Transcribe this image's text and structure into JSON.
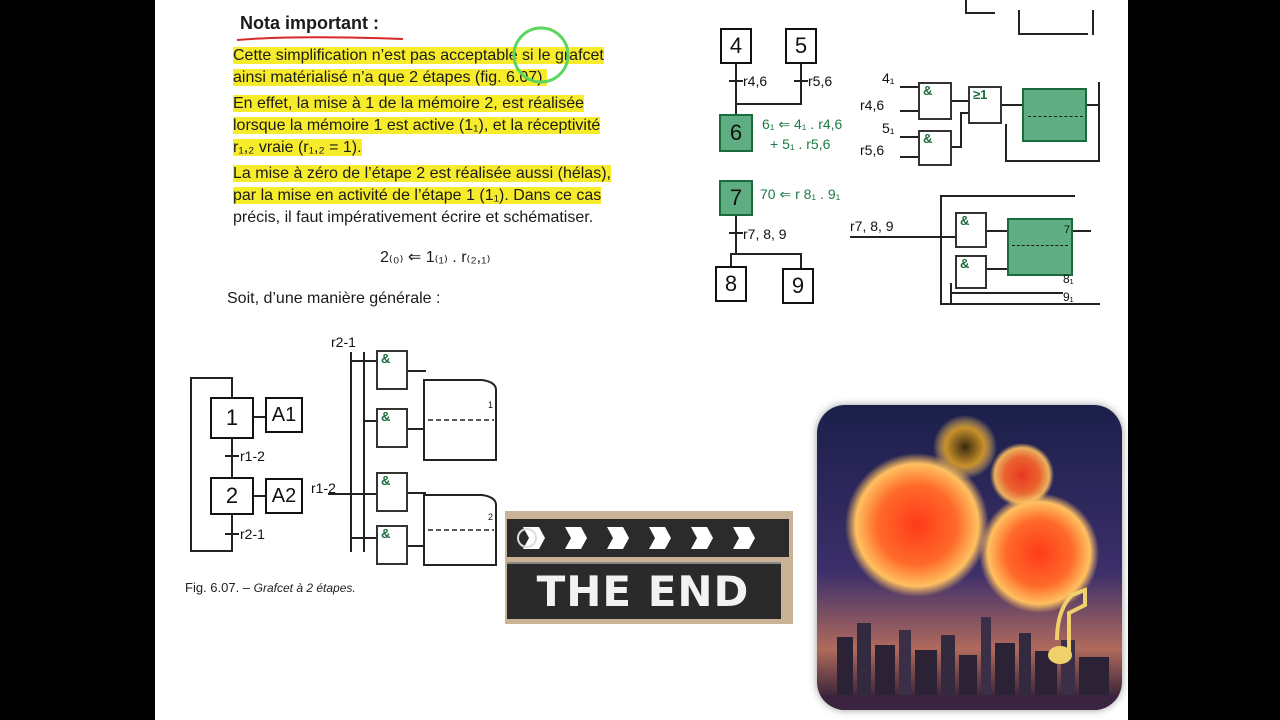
{
  "doc": {
    "heading": "Nota important :",
    "paragraph1": [
      "Cette simplification n’est pas acceptable si le grafcet",
      "ainsi matérialisé n’a que 2 étapes (fig. 6.07)."
    ],
    "paragraph2": [
      "En effet, la mise à 1 de la mémoire 2, est réalisée",
      "lorsque la mémoire 1 est active (1₁), et la réceptivité",
      "r₁,₂ vraie (r₁,₂ = 1)."
    ],
    "paragraph3": [
      "La mise à zéro de l’étape 2 est réalisée aussi (hélas),",
      "par la mise en activité de l’étape 1 (1₁). Dans ce cas",
      "précis, il faut impérativement écrire et schématiser."
    ],
    "formula": "2₍₀₎ ⇐ 1₍₁₎ . r₍₂,₁₎",
    "general": "Soit, d’une manière générale :",
    "caption_prefix": "Fig. 6.07. –",
    "caption_text": "Grafcet à 2 étapes."
  },
  "fig607": {
    "step1": "1",
    "action1": "A1",
    "step2": "2",
    "action2": "A2",
    "r12": "r1-2",
    "r21": "r2-1",
    "circuit_r21": "r2-1",
    "circuit_r12": "r1-2",
    "gate_symbol": "&",
    "mem_out1": "1",
    "mem_out2": "2"
  },
  "topright": {
    "step4": "4",
    "step5": "5",
    "step6": "6",
    "step7": "7",
    "step8": "8",
    "step9": "9",
    "r46": "r4,6",
    "r56": "r5,6",
    "eq6_line1": "6₁ ⇐ 4₁ . r4,6",
    "eq6_line2": "+ 5₁ . r5,6",
    "eq7": "70 ⇐ r 8₁ . 9₁",
    "r789": "r7, 8, 9",
    "in_41": "4₁",
    "in_r46": "r4,6",
    "in_51": "5₁",
    "in_r56": "r5,6",
    "gate_and": "&",
    "gate_or": "≥1",
    "in_r789": "r7, 8, 9",
    "out7": "7",
    "in_81": "8₁",
    "in_91": "9₁"
  },
  "clapper": {
    "text": "THE END"
  },
  "colors": {
    "highlight": "#f7ec2c",
    "green_step": "#5fae83",
    "green_text": "#1e7a45"
  }
}
